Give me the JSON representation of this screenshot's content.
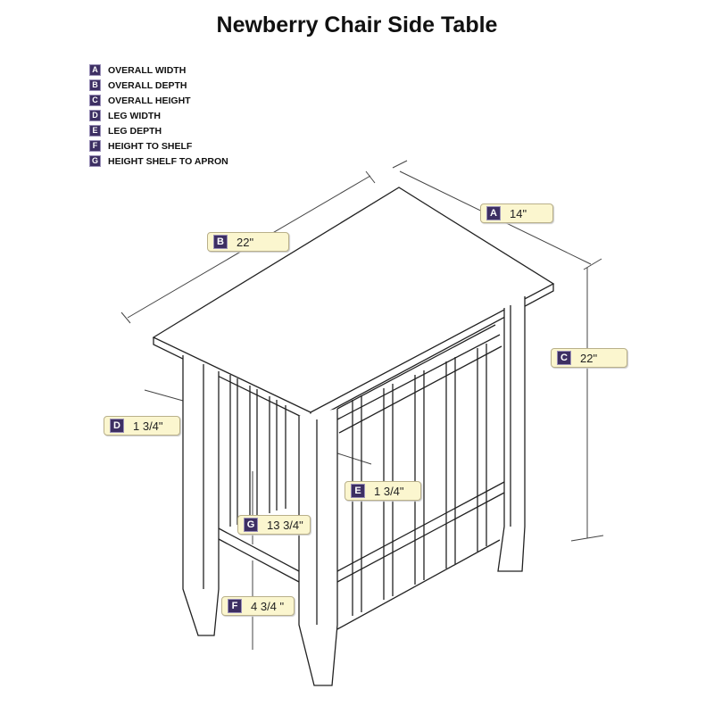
{
  "title": "Newberry Chair Side Table",
  "legend": [
    {
      "key": "A",
      "label": "OVERALL WIDTH"
    },
    {
      "key": "B",
      "label": "OVERALL DEPTH"
    },
    {
      "key": "C",
      "label": "OVERALL HEIGHT"
    },
    {
      "key": "D",
      "label": "LEG WIDTH"
    },
    {
      "key": "E",
      "label": "LEG DEPTH"
    },
    {
      "key": "F",
      "label": "HEIGHT TO SHELF"
    },
    {
      "key": "G",
      "label": "HEIGHT SHELF TO APRON"
    }
  ],
  "dimensions": {
    "A": {
      "key": "A",
      "value": "14\""
    },
    "B": {
      "key": "B",
      "value": "22\""
    },
    "C": {
      "key": "C",
      "value": "22\""
    },
    "D": {
      "key": "D",
      "value": "1 3/4\""
    },
    "E": {
      "key": "E",
      "value": "1 3/4\""
    },
    "F": {
      "key": "F",
      "value": "4 3/4 \""
    },
    "G": {
      "key": "G",
      "value": "13 3/4\""
    }
  },
  "colors": {
    "badge": "#3d2f63",
    "label_bg": "#fbf6cf"
  }
}
